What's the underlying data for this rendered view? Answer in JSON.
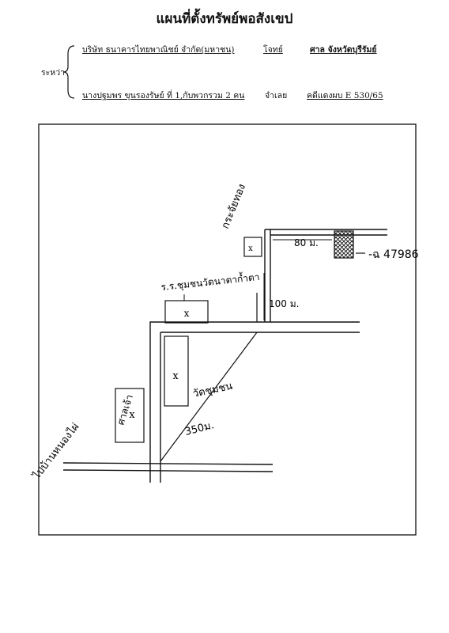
{
  "header": {
    "title": "แผนที่ตั้งทรัพย์พอสังเขป",
    "between_label": "ระหว่า",
    "plaintiff_name": "บริษัท ธนาคารไทยพาณิชย์ จำกัด(มหาชน)",
    "plaintiff_role": "โจทย์",
    "court": "ศาล  จังหวัดบุรีรัมย์",
    "defendant_name": "นางปฐมพร  ขุนรองรัษย์ ที่ 1,กับพวกรวม 2 คน",
    "defendant_role": "จำเลย",
    "case_no": "คดีแดงผบ  E 530/65"
  },
  "map": {
    "labels": {
      "village_store": "กระจัยทอง",
      "distance_80": "80 ม.",
      "parcel_deed": "-ฉ 47986",
      "school": "ร.ร.ชุมชนวัดนาตาก้ำตา",
      "distance_100": "100 ม.",
      "temple": "วัดชุมชน",
      "distance_350": "350ม.",
      "cemetery": "ศาลเจ้า",
      "road_to": "ไปบ้านหนองไผ่"
    },
    "markers": {
      "cross": "x"
    }
  }
}
